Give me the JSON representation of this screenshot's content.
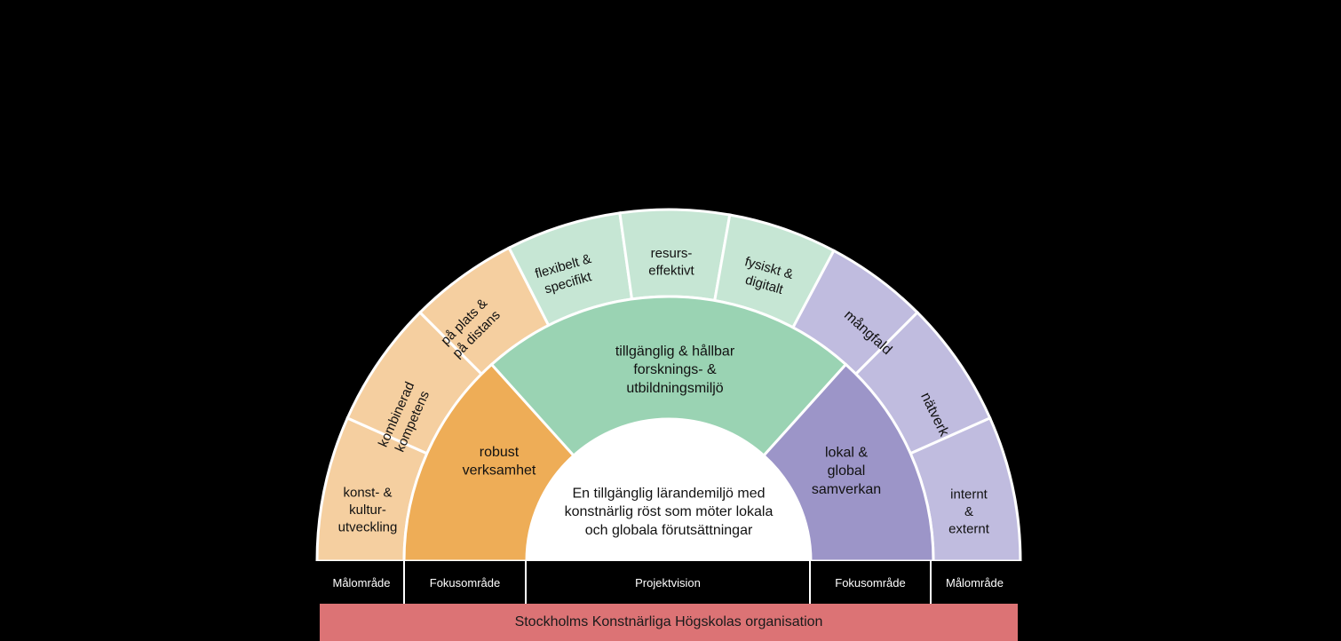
{
  "colors": {
    "goal_left": "#f5cfa0",
    "focus_left": "#eead57",
    "goal_middle": "#c6e6d4",
    "focus_middle": "#9ad3b3",
    "goal_right": "#c0bcdf",
    "focus_right": "#9c95c8",
    "vision": "#ffffff",
    "org_bar": "#dc7375",
    "label_bar": "#000000"
  },
  "vision": {
    "lines": [
      "En tillgänglig lärandemiljö med",
      "konstnärlig röst som möter lokala",
      "och globala förutsättningar"
    ]
  },
  "focus_areas": [
    {
      "name": "focus-area-left",
      "lines": [
        "robust",
        "verksamhet"
      ]
    },
    {
      "name": "focus-area-middle",
      "lines": [
        "tillgänglig & hållbar",
        "forsknings- &",
        "utbildningsmiljö"
      ]
    },
    {
      "name": "focus-area-right",
      "lines": [
        "lokal &",
        "global",
        "samverkan"
      ]
    }
  ],
  "goal_areas": [
    {
      "name": "goal-konst-kultur",
      "lines": [
        "konst- &",
        "kultur-",
        "utveckling"
      ]
    },
    {
      "name": "goal-kombinerad-kompetens",
      "lines": [
        "kombinerad",
        "kompetens"
      ]
    },
    {
      "name": "goal-pa-plats-distans",
      "lines": [
        "på plats &",
        "på distans"
      ]
    },
    {
      "name": "goal-flexibelt-specifikt",
      "lines": [
        "flexibelt &",
        "specifikt"
      ]
    },
    {
      "name": "goal-resurseffektivt",
      "lines": [
        "resurs-",
        "effektivt"
      ]
    },
    {
      "name": "goal-fysiskt-digitalt",
      "lines": [
        "fysiskt &",
        "digitalt"
      ]
    },
    {
      "name": "goal-mangfald",
      "lines": [
        "mångfald"
      ]
    },
    {
      "name": "goal-natverk",
      "lines": [
        "nätverk"
      ]
    },
    {
      "name": "goal-internt-externt",
      "lines": [
        "internt",
        "&",
        "externt"
      ]
    }
  ],
  "label_row": {
    "goal_left": "Målområde",
    "focus_left": "Fokusområde",
    "vision": "Projektvision",
    "focus_right": "Fokusområde",
    "goal_right": "Målområde"
  },
  "organization": "Stockholms Konstnärliga Högskolas organisation"
}
